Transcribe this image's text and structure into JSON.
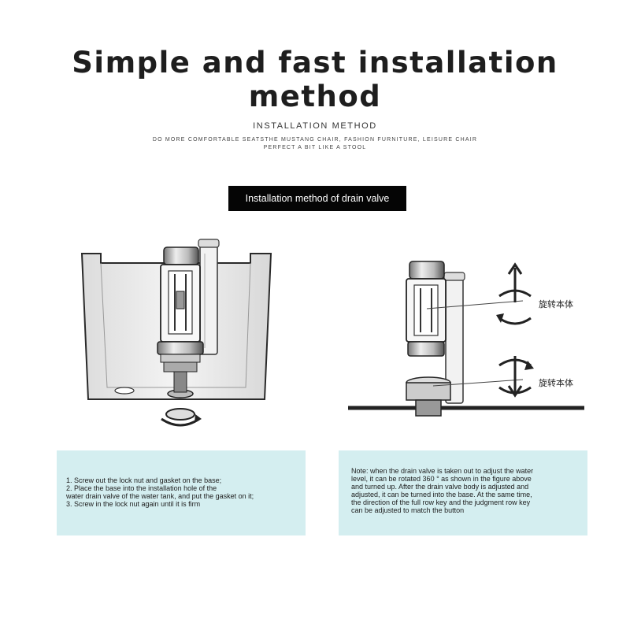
{
  "header": {
    "title": "Simple and fast installation method"
  },
  "section": {
    "title": "INSTALLATION METHOD",
    "subtitle_line1": "DO MORE COMFORTABLE SEATSTHE MUSTANG CHAIR, FASHION FURNITURE, LEISURE CHAIR",
    "subtitle_line2": "PERFECT A BIT LIKE A STOOL"
  },
  "label": {
    "text": "Installation method of drain valve"
  },
  "diagram_right": {
    "rotate_label_top": "旋转本体",
    "rotate_label_bottom": "旋转本体"
  },
  "notes": {
    "left": [
      "1. Screw out the lock nut and gasket on the base;",
      "2. Place the base into the installation hole of the",
      "water drain valve of the water tank, and put the gasket on it;",
      "3. Screw in the lock nut again until it is firm"
    ],
    "right": [
      "Note: when the drain valve is taken out to adjust the water",
      "level, it can be rotated 360 ° as shown in the figure above",
      "and turned up. After the drain valve body is adjusted and",
      "adjusted, it can be turned into the base. At the same time,",
      "the direction of the full row key and the judgment row key",
      "can be adjusted to match the button"
    ]
  },
  "colors": {
    "note_bg": "#d4eef0",
    "label_bg": "#050505"
  }
}
